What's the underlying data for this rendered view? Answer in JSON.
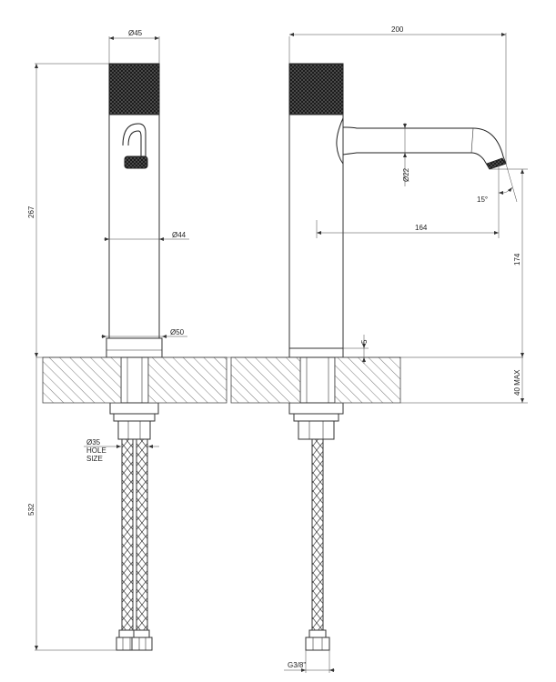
{
  "dimensions": {
    "dia_45": "Ø45",
    "dia_44": "Ø44",
    "dia_50": "Ø50",
    "dia_22": "Ø22",
    "dia_35": "Ø35",
    "hole": "HOLE",
    "size": "SIZE",
    "h_267": "267",
    "h_532": "532",
    "w_200": "200",
    "w_164": "164",
    "h_174": "174",
    "h_40max": "40 MAX",
    "h_5": "5",
    "angle_15": "15°",
    "thread": "G3/8\""
  }
}
